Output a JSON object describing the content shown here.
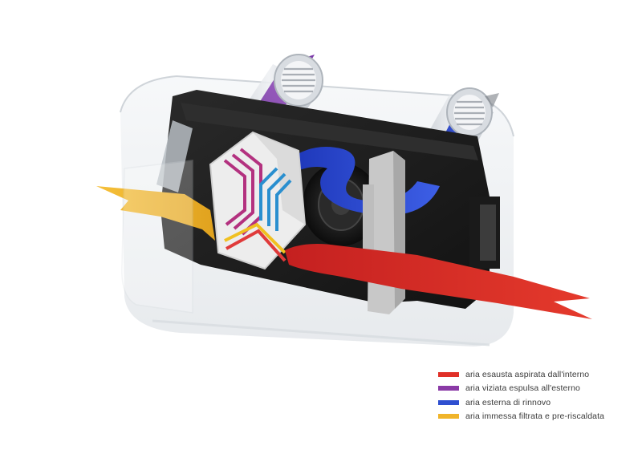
{
  "legend": {
    "items": [
      {
        "key": "exhaust",
        "label": "aria esausta aspirata dall'interno",
        "color": "#e03028"
      },
      {
        "key": "stale",
        "label": "aria viziata espulsa all'esterno",
        "color": "#8a3aa6"
      },
      {
        "key": "fresh",
        "label": "aria esterna di rinnovo",
        "color": "#2f4fd0"
      },
      {
        "key": "supply",
        "label": "aria immessa filtrata e pre-riscaldata",
        "color": "#f0b42a"
      }
    ]
  },
  "colors": {
    "housing_shell": "#e9ecef",
    "device_body": "#1e1e1e",
    "exchanger_core": "#eeeeee",
    "bracket": "#c8c8c8"
  },
  "icons": [
    "round-grille-icon",
    "fan-icon",
    "heat-exchanger-icon"
  ]
}
